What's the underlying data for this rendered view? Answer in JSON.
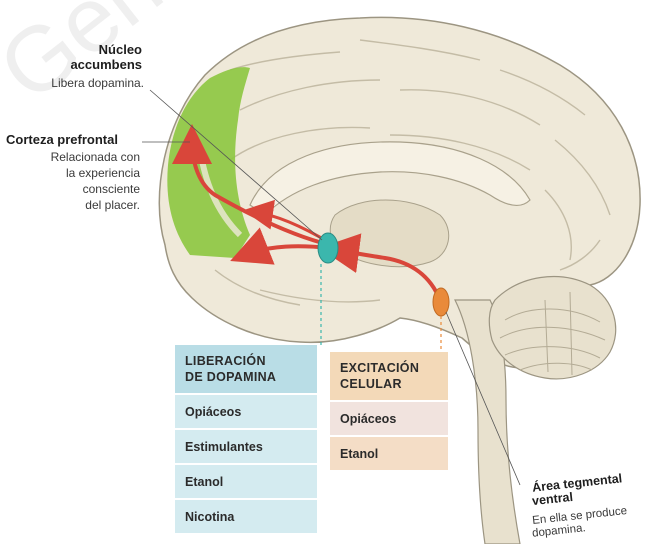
{
  "watermark": "General",
  "labels": {
    "nucleo_title_1": "Núcleo",
    "nucleo_title_2": "accumbens",
    "nucleo_desc": "Libera dopamina.",
    "corteza_title": "Corteza prefrontal",
    "corteza_desc_1": "Relacionada con",
    "corteza_desc_2": "la experiencia",
    "corteza_desc_3": "consciente",
    "corteza_desc_4": "del placer.",
    "area_title_1": "Área tegmental",
    "area_title_2": "ventral",
    "area_desc_1": "En ella se produce",
    "area_desc_2": "dopamina."
  },
  "table_liberacion": {
    "header_1": "LIBERACIÓN",
    "header_2": "DE DOPAMINA",
    "rows": [
      "Opiáceos",
      "Estimulantes",
      "Etanol",
      "Nicotina"
    ],
    "header_color": "#b9dde6",
    "row_color": "#d4ebf0"
  },
  "table_excitacion": {
    "header_1": "EXCITACIÓN",
    "header_2": "CELULAR",
    "rows": [
      "Opiáceos",
      "Etanol"
    ],
    "header_color": "#f3d9b8",
    "row_colors": [
      "#f1e3de",
      "#f4ddc6"
    ]
  },
  "colors": {
    "prefrontal": "#8cc63f",
    "pathway": "#d9463a",
    "nucleus": "#3bb7ad",
    "vta": "#e98a3a",
    "brain": "#efe9d9",
    "brain_outline": "#9c9582"
  }
}
